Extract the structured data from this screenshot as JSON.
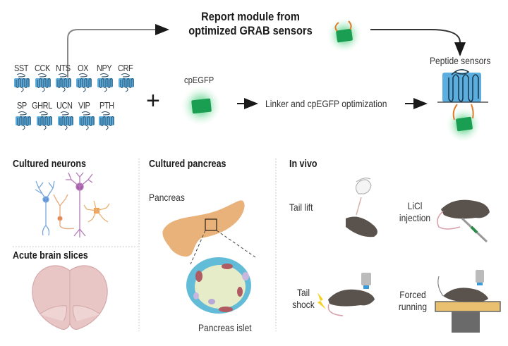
{
  "header": {
    "title_line1": "Report module from",
    "title_line2": "optimized GRAB sensors"
  },
  "receptors": {
    "row1": [
      "SST",
      "CCK",
      "NTS",
      "OX",
      "NPY",
      "CRF"
    ],
    "row2": [
      "SP",
      "GHRL",
      "UCN",
      "VIP",
      "PTH"
    ]
  },
  "pipeline": {
    "plus_symbol": "+",
    "cpegfp_label": "cpEGFP",
    "step_label": "Linker and cpEGFP optimization",
    "result_label": "Peptide sensors"
  },
  "sections": {
    "cultured_neurons": {
      "title": "Cultured neurons"
    },
    "acute_brain_slices": {
      "title": "Acute brain slices"
    },
    "cultured_pancreas": {
      "title": "Cultured pancreas",
      "organ_label": "Pancreas",
      "islet_label": "Pancreas islet"
    },
    "in_vivo": {
      "title": "In vivo",
      "tail_lift": "Tail lift",
      "licl_line1": "LiCl",
      "licl_line2": "injection",
      "tail_shock_line1": "Tail",
      "tail_shock_line2": "shock",
      "forced_line1": "Forced",
      "forced_line2": "running"
    }
  },
  "colors": {
    "receptor_blue": "#4a9fd4",
    "gfp_green": "#1aa35a",
    "linker_orange": "#e07b2a",
    "pancreas_tan": "#e8b27a",
    "brain_pink": "#e8c4c4",
    "mouse_gray": "#5a524c"
  }
}
